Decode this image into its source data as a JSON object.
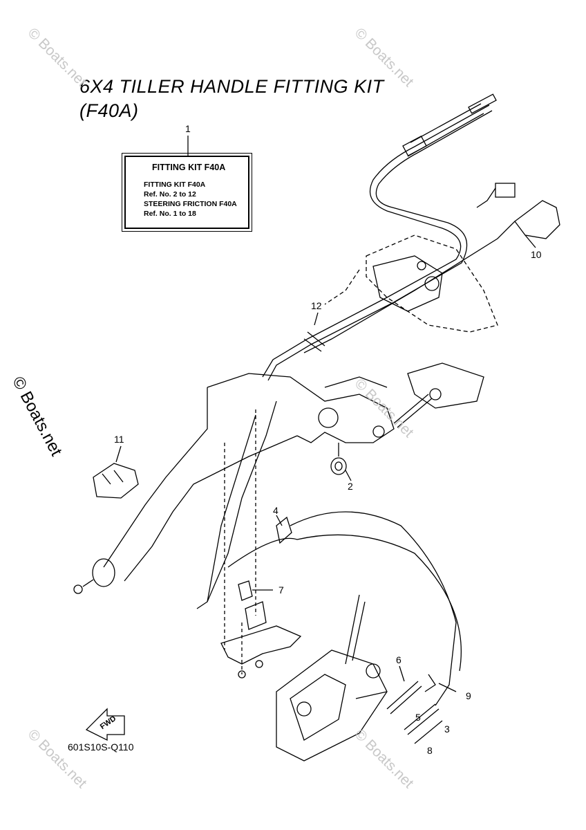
{
  "title": {
    "line1": "6X4 TILLER HANDLE FITTING KIT",
    "line2": "(F40A)"
  },
  "kit_box": {
    "heading": "FITTING KIT F40A",
    "lines": [
      "FITTING KIT F40A",
      "Ref. No. 2 to 12",
      "STEERING FRICTION F40A",
      "Ref. No. 1 to 18"
    ]
  },
  "callouts": [
    "1",
    "2",
    "3",
    "4",
    "5",
    "6",
    "7",
    "8",
    "9",
    "10",
    "11",
    "12"
  ],
  "diagram_code": "601S10S-Q110",
  "fwd_label": "FWD",
  "watermark": "© Boats.net"
}
